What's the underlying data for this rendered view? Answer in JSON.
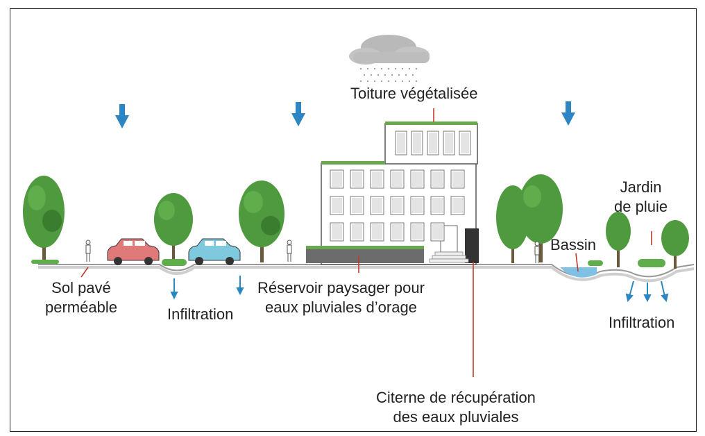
{
  "labels": {
    "green_roof": "Toiture végétalisée",
    "paving_line1": "Sol pavé",
    "paving_line2": "perméable",
    "infiltration_left": "Infiltration",
    "reservoir_line1": "Réservoir paysager pour",
    "reservoir_line2": "eaux pluviales d’orage",
    "cistern_line1": "Citerne de récupération",
    "cistern_line2": "des eaux pluviales",
    "basin": "Bassin",
    "rain_garden_line1": "Jardin",
    "rain_garden_line2": "de pluie",
    "infiltration_right": "Infiltration"
  },
  "colors": {
    "rain_arrow": "#2b86c3",
    "pointer_red": "#c0392b",
    "tree_green": "#4f9a3f",
    "tree_dark": "#3b7d2e",
    "car_pink": "#e07a7a",
    "car_blue": "#7ec9de",
    "water": "#7fc0e4",
    "cloud": "#b9b9b9"
  }
}
